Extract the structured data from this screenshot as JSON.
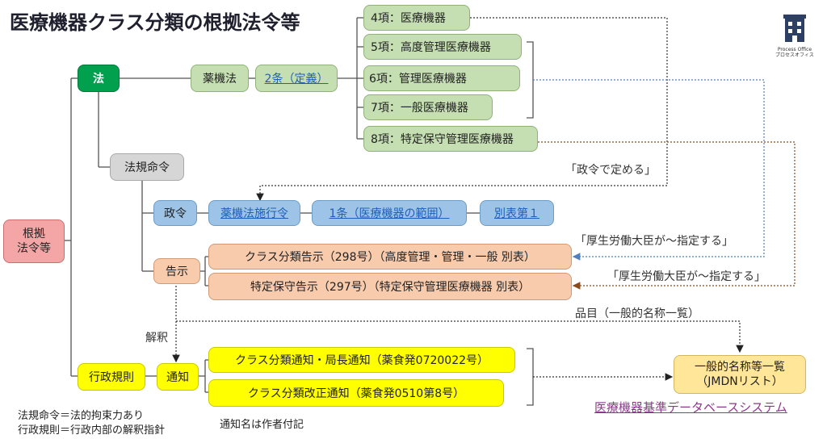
{
  "title": "医療機器クラス分類の根拠法令等",
  "logo": {
    "name": "Process Office",
    "sub": "プロセスオフィス"
  },
  "nodes": {
    "root": "根拠\n法令等",
    "law": "法",
    "yakki": "薬機法",
    "article2": "2条（定義）",
    "item4": "4項：医療機器",
    "item5": "5項：高度管理医療機器",
    "item6": "6項：管理医療機器",
    "item7": "7項：一般医療機器",
    "item8": "8項：特定保守管理医療機器",
    "regulation": "法規命令",
    "seirei": "政令",
    "shikorei": "薬機法施行令",
    "article1": "1条（医療機器の範囲）",
    "beppyo": "別表第１",
    "kokuji": "告示",
    "kokuji_class": "クラス分類告示（298号）（高度管理・管理・一般 別表）",
    "kokuji_tokutei": "特定保守告示（297号）（特定保守管理医療機器 別表）",
    "admin_rule": "行政規則",
    "tsuchi": "通知",
    "tsuchi_class": "クラス分類通知・局長通知（薬食発0720022号）",
    "tsuchi_kaisei": "クラス分類改正通知（薬食発0510第8号）",
    "jmdn_line1": "一般的名称等一覧",
    "jmdn_line2": "（JMDNリスト）"
  },
  "labels": {
    "seirei_defines": "「政令で定める」",
    "minister_designates_1": "「厚生労働大臣が～指定する」",
    "minister_designates_2": "「厚生労働大臣が～指定する」",
    "hinmoku": "品目（一般的名称一覧）",
    "kaishaku": "解釈",
    "database_link": "医療機器基準データベースシステム"
  },
  "notes": {
    "legal_binding": "法規命令＝法的拘束力あり",
    "admin_interpretation": "行政規則＝行政内部の解釈指針",
    "author_note": "通知名は作者付記"
  },
  "colors": {
    "blue_arrow": "#4f7fc0",
    "brown_arrow": "#8a4a1a",
    "line": "#555555"
  }
}
